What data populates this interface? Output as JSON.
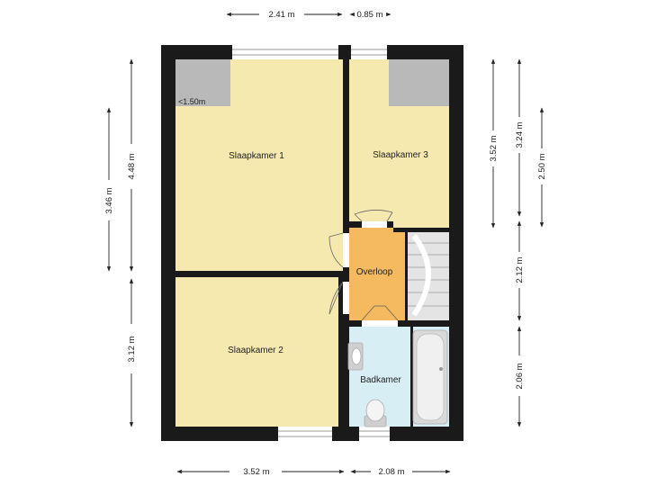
{
  "colors": {
    "wall": "#1a1a1a",
    "bedroom": "#f5e9b0",
    "landing": "#f5b95f",
    "bathroom": "#d8eef5",
    "stairs": "#e4e4e4",
    "low_ceiling": "#b9b9b9",
    "fixture": "#cfcfcf",
    "dimension": "#222222"
  },
  "rooms": {
    "bedroom1": "Slaapkamer 1",
    "bedroom2": "Slaapkamer 2",
    "bedroom3": "Slaapkamer 3",
    "landing": "Overloop",
    "bathroom": "Badkamer"
  },
  "notes": {
    "low_ceiling": "<1.50m"
  },
  "dimensions": {
    "top_left": "2.41 m",
    "top_right": "0.85 m",
    "bottom_left": "3.52 m",
    "bottom_right": "2.08 m",
    "left_upper": "3.46 m",
    "left_outer": "4.48 m",
    "left_lower": "3.12 m",
    "right_inner": "3.52 m",
    "right_mid": "3.24 m",
    "right_outer": "2.50 m",
    "right_stairs": "2.12 m",
    "right_bath": "2.06 m"
  }
}
